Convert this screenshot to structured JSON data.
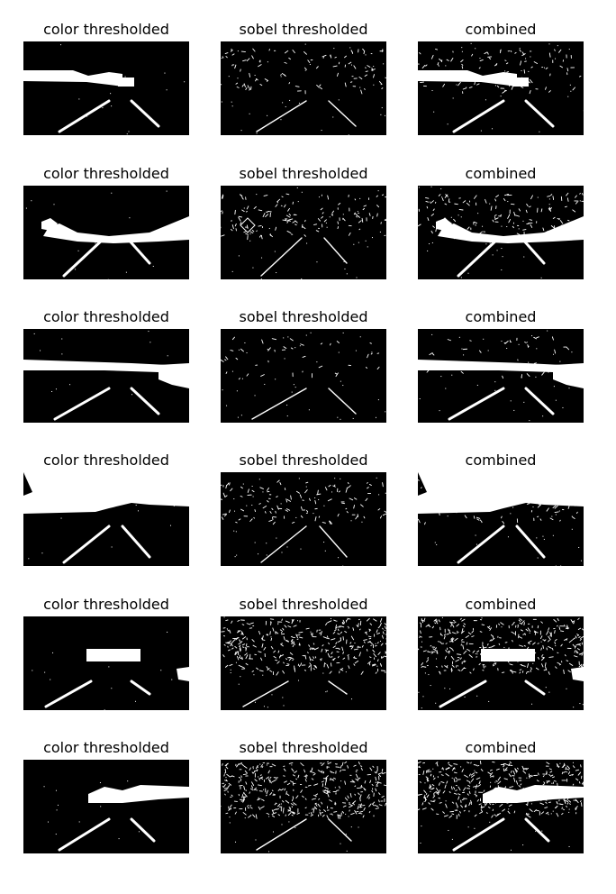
{
  "background": "#ffffff",
  "panel_background": "#000000",
  "panel_foreground": "#ffffff",
  "columns": [
    "color thresholded",
    "sobel thresholded",
    "combined"
  ],
  "rows": [
    {
      "titles": [
        "color thresholded",
        "sobel thresholded",
        "combined"
      ]
    },
    {
      "titles": [
        "color thresholded",
        "sobel thresholded",
        "combined"
      ]
    },
    {
      "titles": [
        "color thresholded",
        "sobel thresholded",
        "combined"
      ]
    },
    {
      "titles": [
        "color thresholded",
        "sobel thresholded",
        "combined"
      ]
    },
    {
      "titles": [
        "color thresholded",
        "sobel thresholded",
        "combined"
      ]
    },
    {
      "titles": [
        "color thresholded",
        "sobel thresholded",
        "combined"
      ]
    }
  ]
}
